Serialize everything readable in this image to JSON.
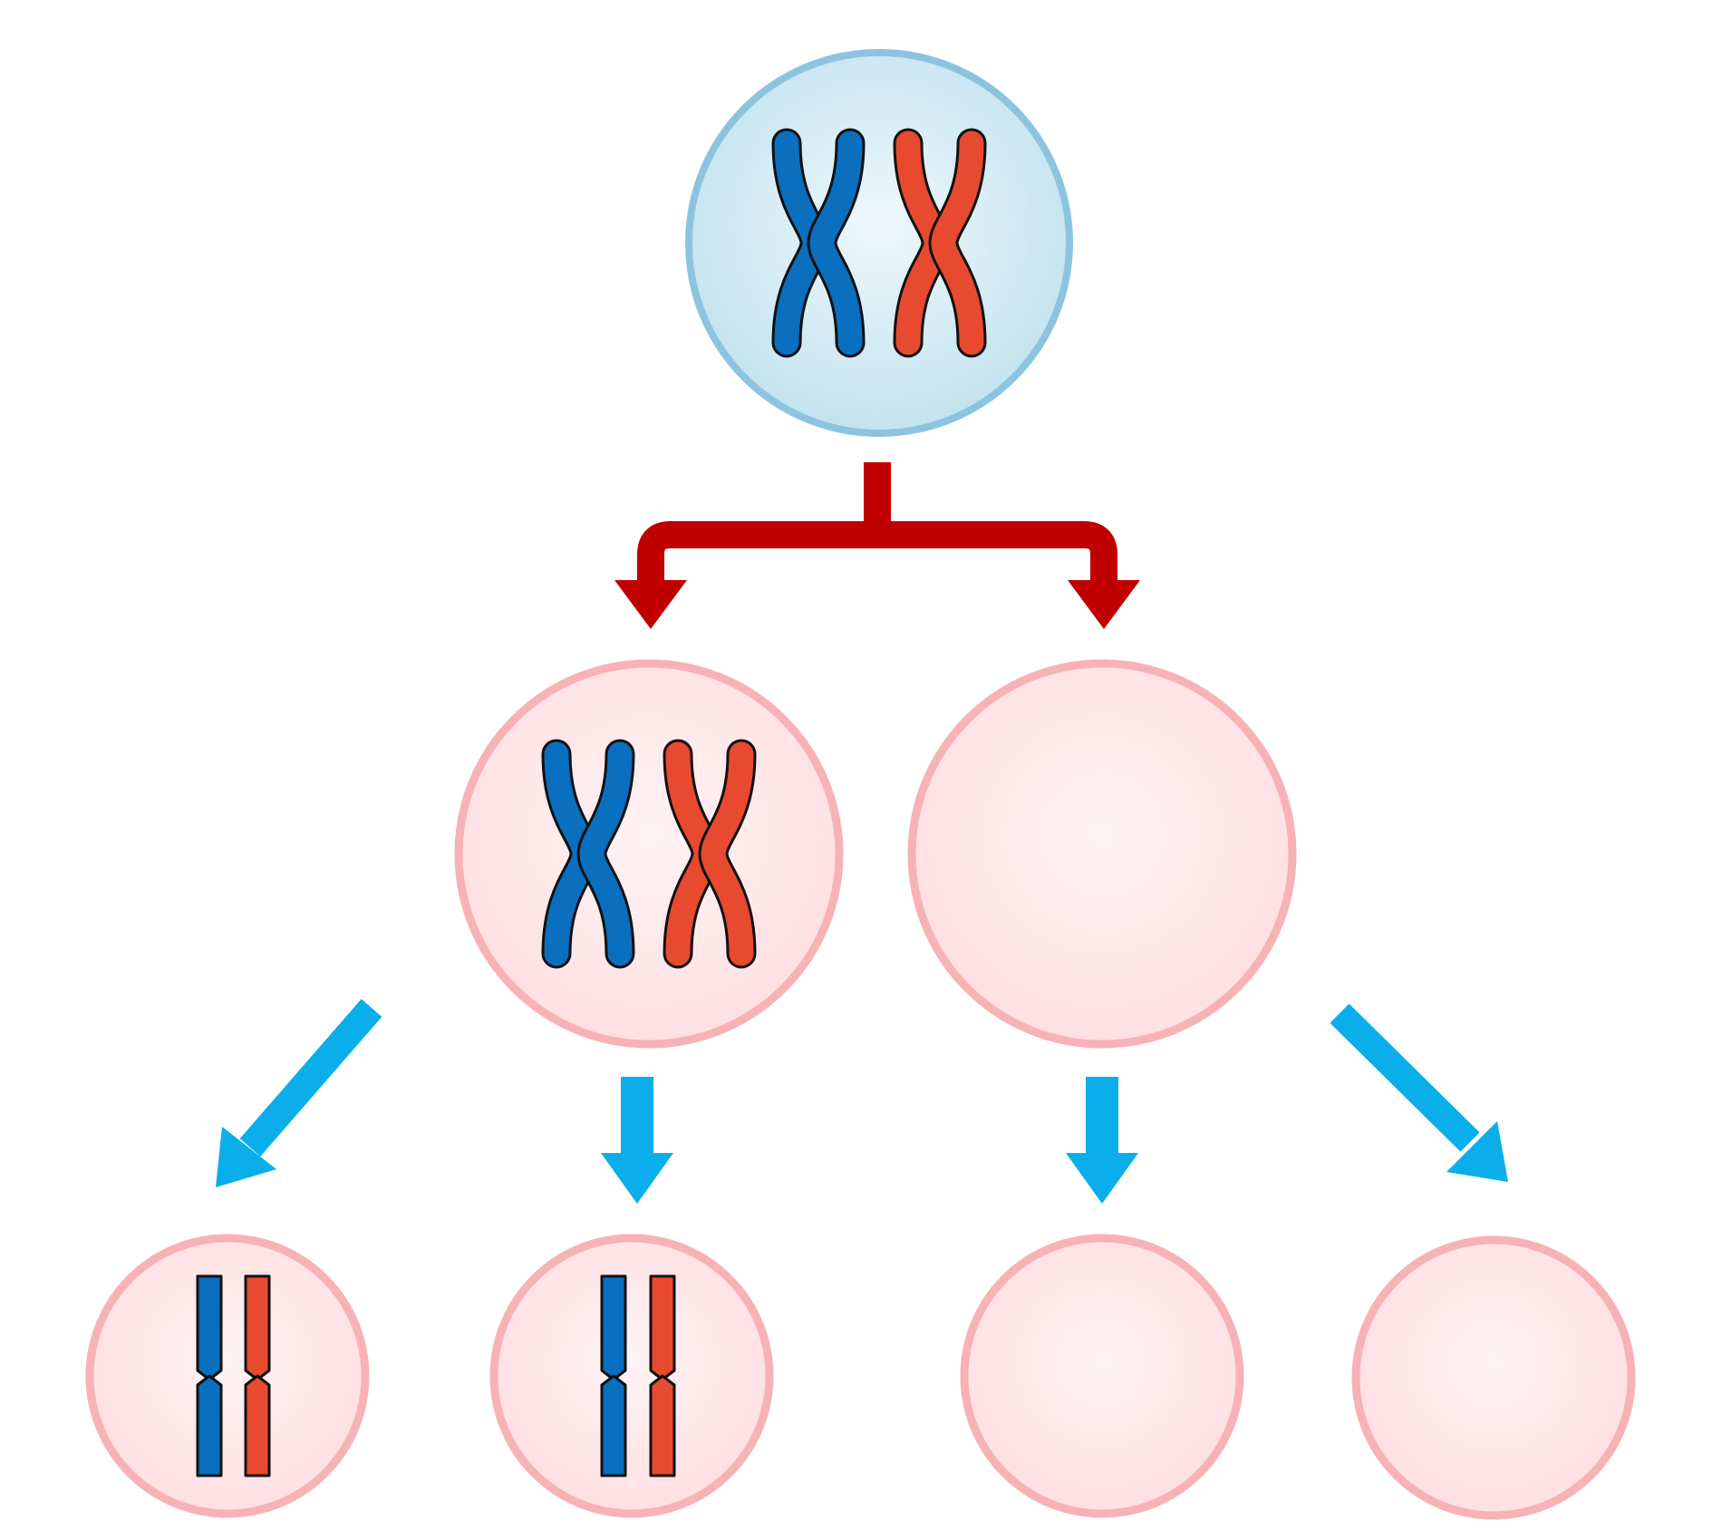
{
  "diagram": {
    "type": "cell-division-tree",
    "colors": {
      "background": "#ffffff",
      "parent_cell_fill": "#cfe9f2",
      "parent_cell_stroke": "#8cc4e0",
      "daughter_cell_fill": "#ffe6e8",
      "daughter_cell_stroke": "#f7b2b6",
      "chromosome_blue": "#0a6fbf",
      "chromosome_red": "#e84a30",
      "chromosome_outline": "#111111",
      "split_arrow": "#c00000",
      "division_arrow": "#0aaeea"
    },
    "levels": [
      {
        "name": "parent",
        "cells": [
          {
            "id": "parent-cell",
            "chromosomes": "duplicated",
            "pairs": 2
          }
        ]
      },
      {
        "name": "first-division",
        "cells": [
          {
            "id": "daughter-cell-left",
            "chromosomes": "duplicated",
            "pairs": 2
          },
          {
            "id": "daughter-cell-right",
            "chromosomes": "none",
            "pairs": 0
          }
        ]
      },
      {
        "name": "second-division",
        "cells": [
          {
            "id": "granddaughter-cell-1",
            "chromosomes": "single",
            "pairs": 2
          },
          {
            "id": "granddaughter-cell-2",
            "chromosomes": "single",
            "pairs": 2
          },
          {
            "id": "granddaughter-cell-3",
            "chromosomes": "none",
            "pairs": 0
          },
          {
            "id": "granddaughter-cell-4",
            "chromosomes": "none",
            "pairs": 0
          }
        ]
      }
    ],
    "arrows": [
      {
        "id": "split-arrow",
        "from": "parent-cell",
        "to": [
          "daughter-cell-left",
          "daughter-cell-right"
        ]
      },
      {
        "id": "arrow-1",
        "from": "daughter-cell-left",
        "to": "granddaughter-cell-1"
      },
      {
        "id": "arrow-2",
        "from": "daughter-cell-left",
        "to": "granddaughter-cell-2"
      },
      {
        "id": "arrow-3",
        "from": "daughter-cell-right",
        "to": "granddaughter-cell-3"
      },
      {
        "id": "arrow-4",
        "from": "daughter-cell-right",
        "to": "granddaughter-cell-4"
      }
    ]
  }
}
